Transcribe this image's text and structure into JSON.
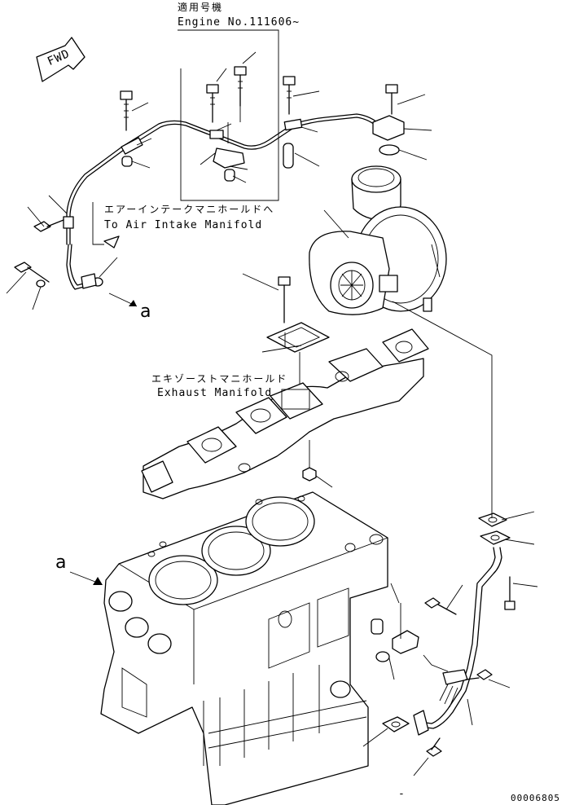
{
  "header": {
    "applicability_jp": "適用号機",
    "engine_no": "Engine No.111606~"
  },
  "labels": {
    "air_intake_jp": "エアーインテークマニホールドへ",
    "air_intake_en": "To Air Intake Manifold",
    "exhaust_jp": "エキゾーストマニホールド",
    "exhaust_en": "Exhaust Manifold",
    "fwd": "FWD",
    "ref_a_upper": "a",
    "ref_a_lower": "a"
  },
  "footer": {
    "drawing_number": "00006805",
    "page_mark": "-"
  }
}
